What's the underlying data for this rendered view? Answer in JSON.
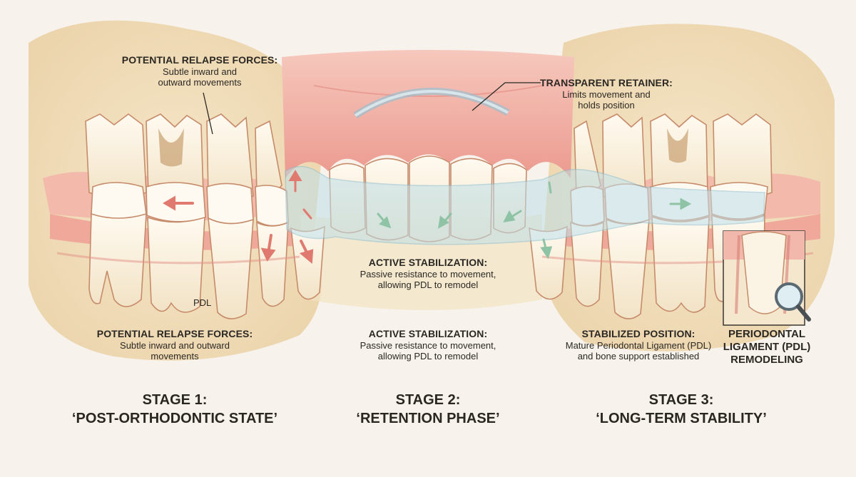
{
  "callouts": {
    "relapse_top": {
      "title": "POTENTIAL RELAPSE FORCES:",
      "body": "Subtle inward and\noutward movements"
    },
    "retainer": {
      "title": "TRANSPARENT RETAINER:",
      "body": "Limits movement and\nholds position"
    },
    "active_mid": {
      "title": "ACTIVE STABILIZATION:",
      "body": "Passive resistance to movement,\nallowing PDL to remodel"
    },
    "pdl_tag": "PDL",
    "relapse_bottom": {
      "title": "POTENTIAL RELAPSE FORCES:",
      "body": "Subtle inward and outward\nmovements"
    },
    "active_bottom": {
      "title": "ACTIVE STABILIZATION:",
      "body": "Passive resistance to movement,\nallowing PDL to remodel"
    },
    "stabilized": {
      "title": "STABILIZED POSITION:",
      "body": "Mature Periodontal Ligament (PDL)\nand bone support established"
    },
    "pdl_box": "PERIODONTAL\nLIGAMENT (PDL)\nREMODELING"
  },
  "stages": [
    {
      "number": "STAGE 1:",
      "name": "‘POST-ORTHODONTIC STATE’"
    },
    {
      "number": "STAGE 2:",
      "name": "‘RETENTION PHASE’"
    },
    {
      "number": "STAGE 3:",
      "name": "‘LONG-TERM STABILITY’"
    }
  ],
  "colors": {
    "gum": "#ee9f95",
    "bone": "#f1dfbe",
    "tooth": "#fbf4e4",
    "retainer": "#b9dbe6",
    "relapse_arrow": "#e07a70",
    "stable_arrow": "#8fc3a6"
  }
}
